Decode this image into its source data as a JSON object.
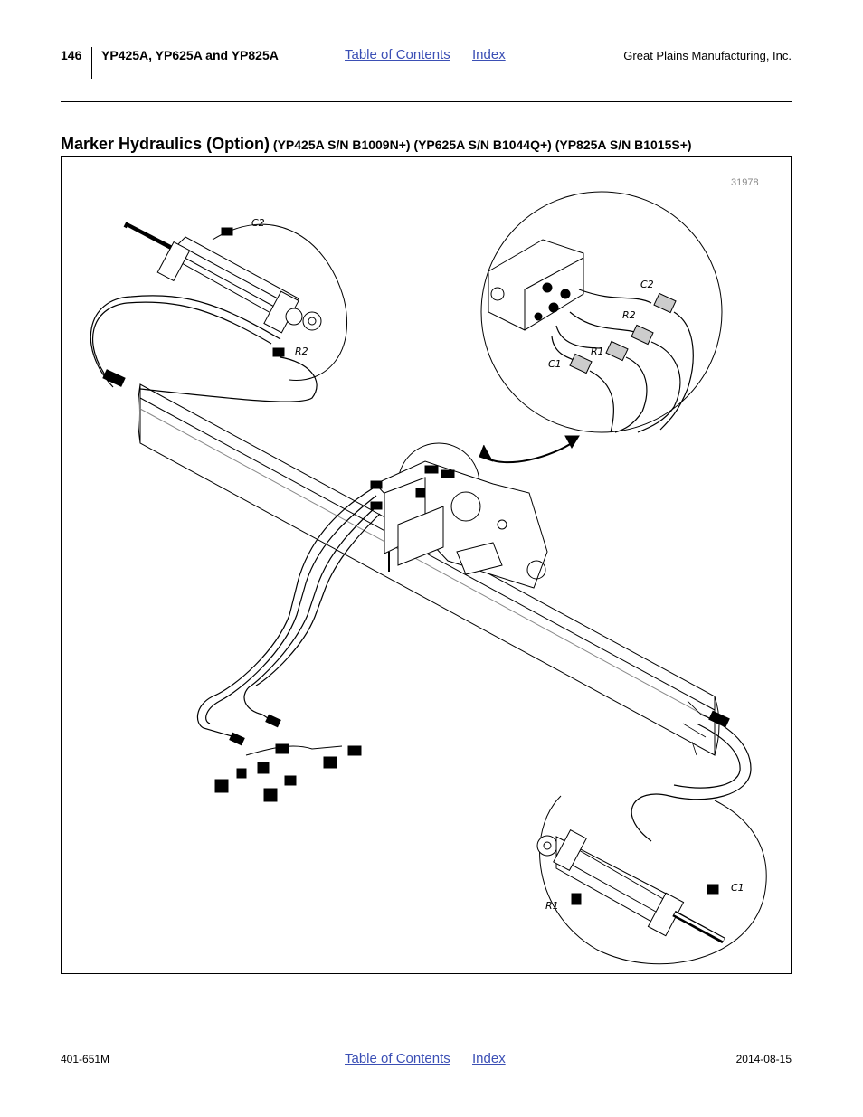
{
  "header": {
    "page_number": "146",
    "models": "YP425A, YP625A and YP825A",
    "toc_link": "Table of Contents",
    "index_link": "Index",
    "company": "Great Plains Manufacturing, Inc."
  },
  "section": {
    "title": "Marker Hydraulics (Option)",
    "subtitle": " (YP425A S/N B1009N+) (YP625A S/N B1044Q+) (YP825A S/N B1015S+)"
  },
  "figure": {
    "number": "31978",
    "labels": {
      "c2_top": "C2",
      "r2_top": "R2",
      "c2_detail": "C2",
      "r2_detail": "R2",
      "r1_detail": "R1",
      "c1_detail": "C1",
      "c1_bottom": "C1",
      "r1_bottom": "R1"
    }
  },
  "footer": {
    "doc_number": "401-651M",
    "toc_link": "Table of Contents",
    "index_link": "Index",
    "date": "2014-08-15"
  }
}
